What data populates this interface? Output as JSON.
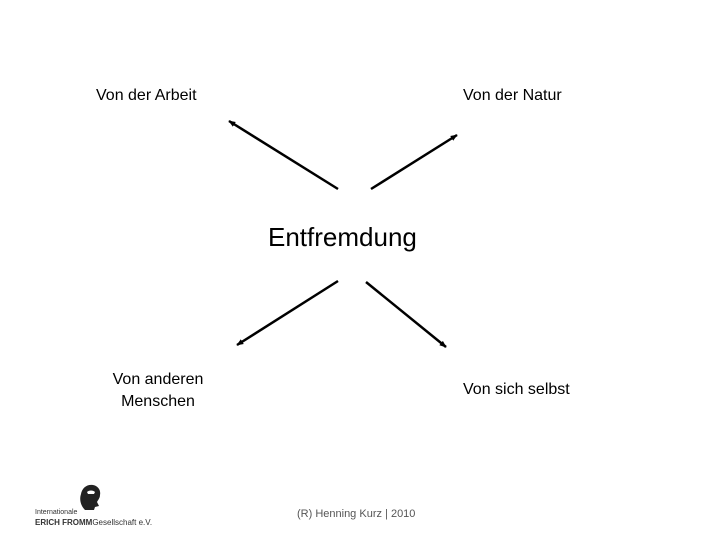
{
  "diagram": {
    "center_title": "Entfremdung",
    "top_left": "Von der Arbeit",
    "top_right": "Von der Natur",
    "bottom_left_line1": "Von anderen",
    "bottom_left_line2": "Menschen",
    "bottom_right": "Von sich selbst"
  },
  "footer": {
    "credit": "(R) Henning Kurz | 2010"
  },
  "logo": {
    "line1": "Internationale",
    "line2_bold": "ERICH FROMM",
    "line2_rest": "Gesellschaft e.V.",
    "icon": "portrait-icon"
  },
  "colors": {
    "arrow": "#000000",
    "text": "#000000"
  }
}
